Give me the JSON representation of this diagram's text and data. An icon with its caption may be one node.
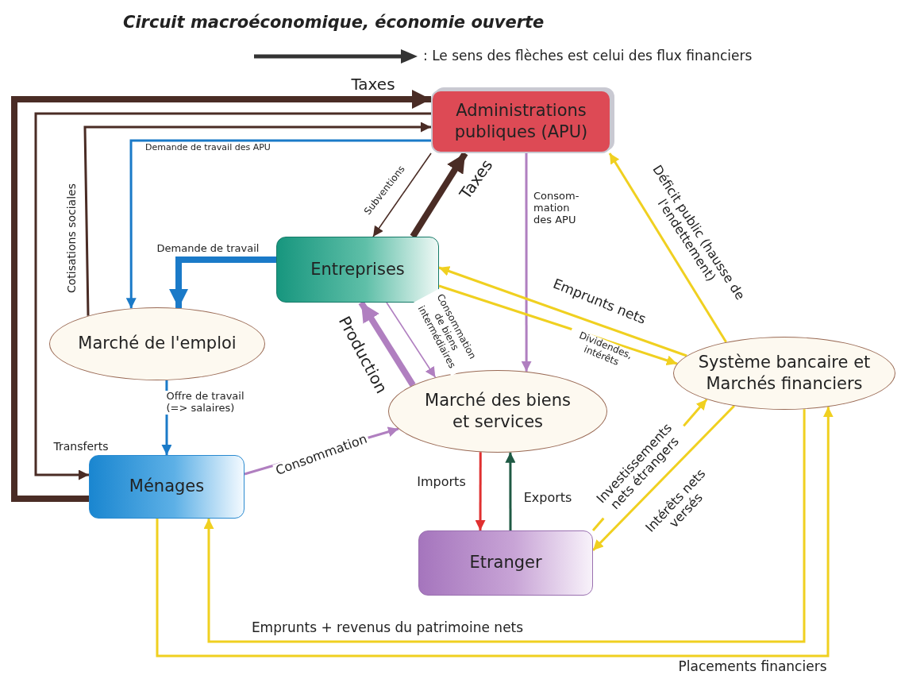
{
  "diagram": {
    "title": "Circuit macroéconomique, économie ouverte",
    "nodes": [
      {
        "text": [
          "Administrations publiques (APU)"
        ]
      },
      {
        "text": [
          "Entreprises"
        ]
      },
      {
        "text": [
          "Marché de l'emploi"
        ]
      },
      {
        "text": [
          "Marché des biens et services"
        ]
      },
      {
        "text": [
          "Système bancaire et Marchés financiers"
        ]
      },
      {
        "text": [
          "Ménages"
        ]
      },
      {
        "text": [
          "Etranger"
        ]
      }
    ],
    "edges": [
      {
        "from": 5,
        "to": 0,
        "arrow": "to",
        "label": "Taxes",
        "style": "thick",
        "color": "#4a2c25"
      },
      {
        "from": 0,
        "to": 5,
        "arrow": "to",
        "label": "Transferts",
        "color": "#4a2c25"
      },
      {
        "from": 2,
        "to": 0,
        "arrow": "to",
        "label": "Cotisations sociales",
        "color": "#4a2c25"
      },
      {
        "from": 0,
        "to": 2,
        "arrow": "to",
        "label": "Demande de travail des APU",
        "color": "#1a7ac8"
      },
      {
        "from": 1,
        "to": 2,
        "arrow": "to",
        "label": "Demande de travail",
        "style": "thick",
        "color": "#1a7ac8"
      },
      {
        "from": 0,
        "to": 1,
        "arrow": "to",
        "label": "Subventions",
        "color": "#4a2c25"
      },
      {
        "from": 1,
        "to": 0,
        "arrow": "to",
        "label": "Taxes",
        "style": "thick",
        "color": "#4a2c25"
      },
      {
        "from": 0,
        "to": 3,
        "arrow": "to",
        "label": "Consom- mation des APU",
        "color": "#b07fc0"
      },
      {
        "from": 3,
        "to": 1,
        "arrow": "to",
        "label": "Production",
        "style": "thick",
        "color": "#b07fc0"
      },
      {
        "from": 1,
        "to": 3,
        "arrow": "to",
        "label": "Consommation de biens intermédiaires",
        "color": "#b07fc0"
      },
      {
        "from": 4,
        "to": 1,
        "arrow": "to",
        "label": "Emprunts nets"
      },
      {
        "from": 1,
        "to": 4,
        "arrow": "to",
        "label": "Dividendes, intérêts"
      },
      {
        "from": 4,
        "to": 0,
        "arrow": "to",
        "label": "Déficit public (hausse de l'endettement)"
      },
      {
        "from": 2,
        "to": 5,
        "arrow": "to",
        "label": "Offre de travail (=> salaires)",
        "color": "#1a7ac8"
      },
      {
        "from": 5,
        "to": 3,
        "arrow": "to",
        "label": "Consommation",
        "color": "#b07fc0"
      },
      {
        "from": 3,
        "to": 6,
        "arrow": "to",
        "label": "Imports",
        "color": "#e03030"
      },
      {
        "from": 6,
        "to": 3,
        "arrow": "to",
        "label": "Exports",
        "color": "#1f5a44"
      },
      {
        "from": 6,
        "to": 4,
        "arrow": "to",
        "label": "Investissements nets étrangers"
      },
      {
        "from": 4,
        "to": 6,
        "arrow": "to",
        "label": "Intérêts nets versés"
      },
      {
        "from": 5,
        "to": 4,
        "arrow": "to",
        "label": "Placements financiers"
      },
      {
        "from": 4,
        "to": 5,
        "arrow": "to",
        "label": "Emprunts + revenus du patrimoine nets"
      }
    ],
    "legend": [
      {
        "text": ": Le sens des flèches est celui des flux financiers"
      }
    ]
  }
}
